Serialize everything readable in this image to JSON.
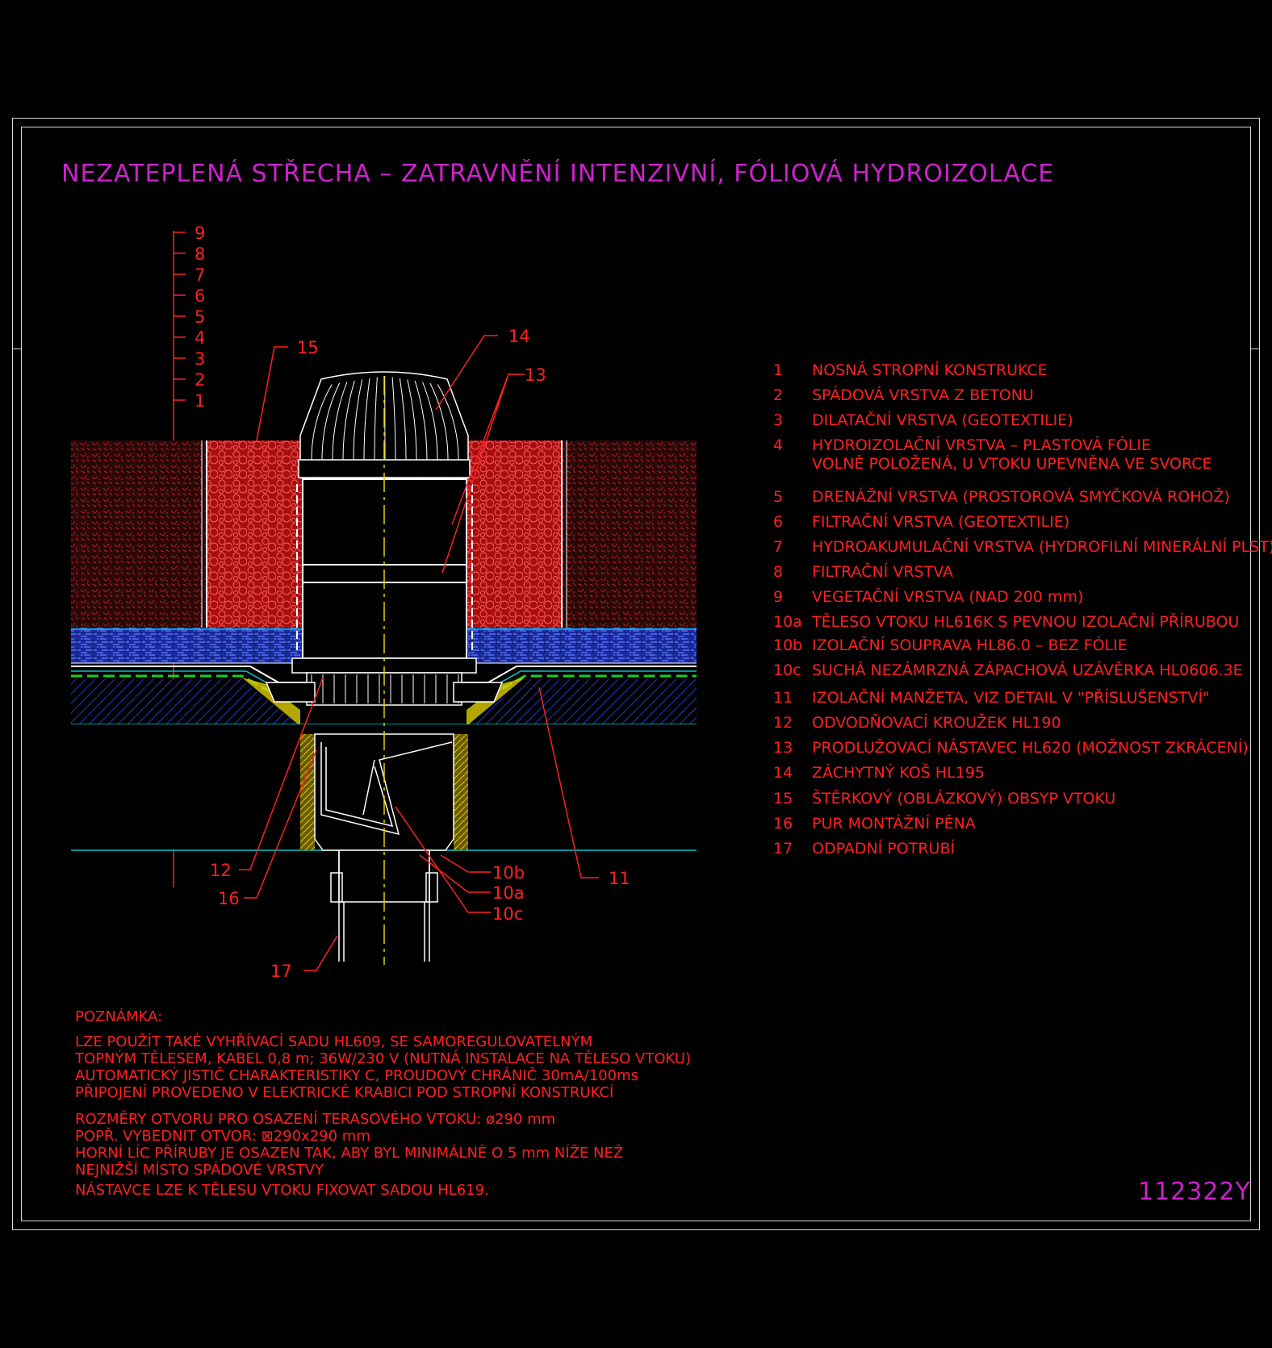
{
  "title": "NEZATEPLENÁ STŘECHA – ZATRAVNĚNÍ INTENZIVNÍ, FÓLIOVÁ HYDROIZOLACE",
  "drawing_code": "112322Y",
  "colors": {
    "background": "#000000",
    "frame": "#d8d8d8",
    "title": "#cc22cc",
    "text": "#ff2020",
    "vegetation_fill": "#b01010",
    "drainage_fill": "#1a2aa0",
    "accent_green": "#22cc22",
    "accent_cyan": "#00c8c8",
    "accent_yellow": "#e0d000"
  },
  "layer_scale": [
    "9",
    "8",
    "7",
    "6",
    "5",
    "4",
    "3",
    "2",
    "1"
  ],
  "callouts": {
    "c15": "15",
    "c14": "14",
    "c13": "13",
    "c12": "12",
    "c16": "16",
    "c17": "17",
    "c10b": "10b",
    "c10a": "10a",
    "c10c": "10c",
    "c11": "11"
  },
  "legend": [
    {
      "num": "1",
      "lines": [
        "NOSNÁ STROPNÍ KONSTRUKCE"
      ]
    },
    {
      "num": "2",
      "lines": [
        "SPÁDOVÁ VRSTVA Z BETONU"
      ]
    },
    {
      "num": "3",
      "lines": [
        "DILATAČNÍ VRSTVA (GEOTEXTILIE)"
      ]
    },
    {
      "num": "4",
      "lines": [
        "HYDROIZOLAČNÍ VRSTVA – PLASTOVÁ FÓLIE",
        "VOLNĚ POLOŽENÁ, U VTOKU UPEVNĚNA VE SVORCE"
      ]
    },
    {
      "num": "5",
      "lines": [
        "DRENÁŽNÍ VRSTVA (PROSTOROVÁ SMYČKOVÁ ROHOŽ)"
      ]
    },
    {
      "num": "6",
      "lines": [
        "FILTRAČNÍ VRSTVA (GEOTEXTILIE)"
      ]
    },
    {
      "num": "7",
      "lines": [
        "HYDROAKUMULAČNÍ VRSTVA (HYDROFILNÍ MINERÁLNÍ PLST)"
      ]
    },
    {
      "num": "8",
      "lines": [
        "FILTRAČNÍ VRSTVA"
      ]
    },
    {
      "num": "9",
      "lines": [
        "VEGETAČNÍ VRSTVA (NAD 200 mm)"
      ]
    },
    {
      "num": "10a",
      "lines": [
        "TĚLESO VTOKU HL616K S PEVNOU IZOLAČNÍ PŘÍRUBOU"
      ]
    },
    {
      "num": "10b",
      "lines": [
        "IZOLAČNÍ SOUPRAVA HL86.0 – BEZ FÓLIE"
      ]
    },
    {
      "num": "10c",
      "lines": [
        "SUCHÁ NEZÁMRZNÁ ZÁPACHOVÁ UZÁVĚRKA HL0606.3E"
      ]
    },
    {
      "num": "11",
      "lines": [
        "IZOLAČNÍ MANŽETA, VIZ DETAIL V \"PŘÍSLUŠENSTVÍ\""
      ]
    },
    {
      "num": "12",
      "lines": [
        "ODVODŇOVACÍ KROUŽEK HL190"
      ]
    },
    {
      "num": "13",
      "lines": [
        "PRODLUŽOVACÍ NÁSTAVEC HL620 (MOŽNOST ZKRÁCENÍ)"
      ]
    },
    {
      "num": "14",
      "lines": [
        "ZÁCHYTNÝ KOŠ HL195"
      ]
    },
    {
      "num": "15",
      "lines": [
        "ŠTĚRKOVÝ (OBLÁZKOVÝ) OBSYP VTOKU"
      ]
    },
    {
      "num": "16",
      "lines": [
        "PUR MONTÁŽNÍ PĚNA"
      ]
    },
    {
      "num": "17",
      "lines": [
        "ODPADNÍ POTRUBÍ"
      ]
    }
  ],
  "notes": {
    "heading": "POZNÁMKA:",
    "lines1": [
      "LZE POUŽÍT TAKÉ VYHŘÍVACÍ SADU HL609, SE SAMOREGULOVATELNÝM",
      "TOPNÝM TĚLESEM, KABEL 0,8 m; 36W/230 V (NUTNÁ INSTALACE NA TĚLESO VTOKU)",
      "AUTOMATICKÝ JISTIČ CHARAKTERISTIKY C, PROUDOVÝ CHRÁNIČ 30mA/100ms",
      "PŘIPOJENÍ PROVEDENO V ELEKTRICKÉ KRABICI POD STROPNÍ KONSTRUKCÍ"
    ],
    "lines2": [
      "ROZMĚRY OTVORU PRO OSAZENÍ TERASOVÉHO VTOKU: ø290 mm",
      "POPŘ. VYBEDNIT OTVOR: ⊠290x290 mm",
      "HORNÍ LÍC PŘÍRUBY JE OSAZEN TAK, ABY BYL MINIMÁLNĚ O 5 mm NÍŽE NEŽ",
      "NEJNIŽŠÍ MÍSTO SPÁDOVÉ VRSTVY"
    ],
    "lines3": [
      "NÁSTAVCE LZE K TĚLESU VTOKU FIXOVAT SADOU HL619."
    ]
  }
}
